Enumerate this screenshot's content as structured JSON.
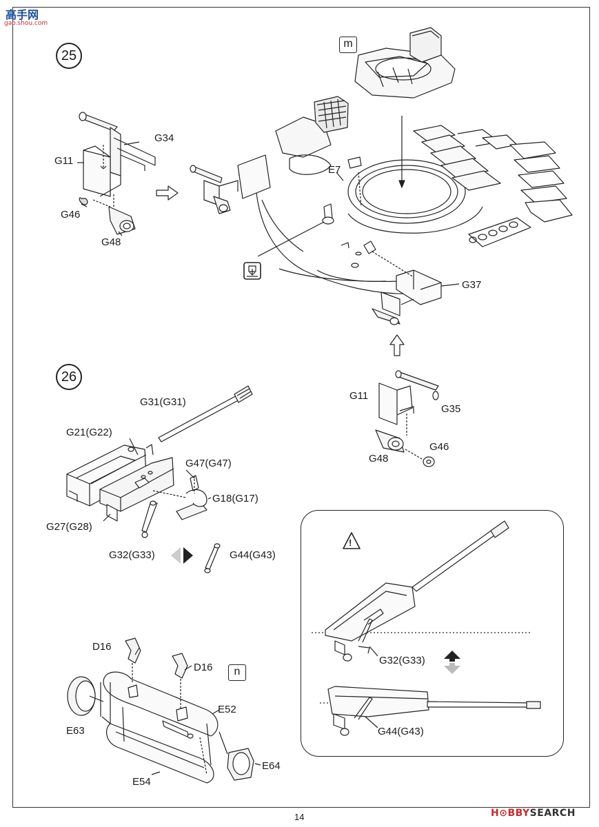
{
  "watermark_top": {
    "cn_text": "高手网",
    "url": "gao.shou.com"
  },
  "steps": [
    {
      "number": "25"
    },
    {
      "number": "26"
    }
  ],
  "markers": {
    "m": "m",
    "n": "n"
  },
  "labels": {
    "g34": "G34",
    "g11_a": "G11",
    "g46_a": "G46",
    "g48_a": "G48",
    "e7": "E7",
    "g37": "G37",
    "g11_b": "G11",
    "g35": "G35",
    "g48_b": "G48",
    "g46_b": "G46",
    "g31": "G31(G31)",
    "g21": "G21(G22)",
    "g47": "G47(G47)",
    "g18": "G18(G17)",
    "g27": "G27(G28)",
    "g32_a": "G32(G33)",
    "g44_a": "G44(G43)",
    "d16_a": "D16",
    "d16_b": "D16",
    "e52": "E52",
    "e63": "E63",
    "e64": "E64",
    "e54": "E54",
    "g32_b": "G32(G33)",
    "g44_b": "G44(G43)"
  },
  "warning_symbol": "!",
  "page_number": "14",
  "watermark_bottom": {
    "brand_a": "H",
    "brand_b": "BBY",
    "brand_c": "SEARCH"
  }
}
